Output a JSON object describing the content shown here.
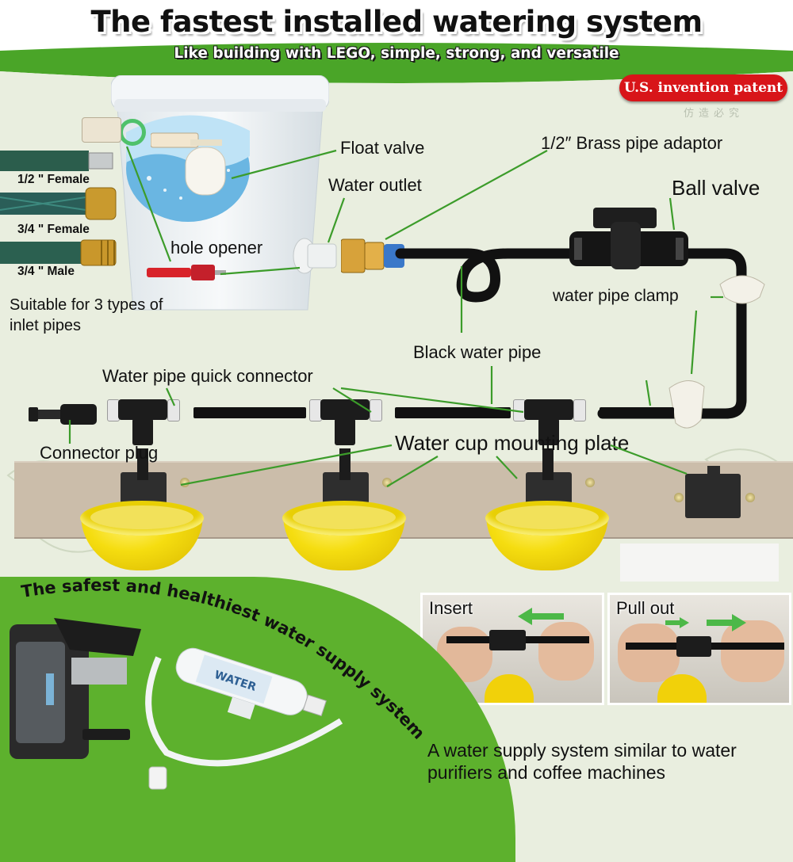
{
  "header": {
    "title": "The fastest installed watering system",
    "subtitle": "Like building with LEGO, simple, strong, and versatile",
    "patent_badge": "U.S. invention patent",
    "patent_small": "仿造必究"
  },
  "inlet": {
    "hose_labels": [
      "1/2 \" Female",
      "3/4 \" Female",
      "3/4 \" Male"
    ],
    "caption": "Suitable for 3 types of inlet pipes"
  },
  "parts": {
    "float_valve": "Float valve",
    "brass_adaptor": "1/2″ Brass pipe adaptor",
    "water_outlet": "Water outlet",
    "ball_valve": "Ball valve",
    "hole_opener": "hole opener",
    "pipe_clamp": "water pipe clamp",
    "black_pipe": "Black water pipe",
    "quick_connector": "Water pipe quick connector",
    "connector_plug": "Connector plug",
    "mounting_plate": "Water cup mounting plate"
  },
  "photos": {
    "insert": "Insert",
    "pull_out": "Pull out"
  },
  "bottom": {
    "curved_heading": "The safest and healthiest water supply system",
    "filter_label": "WATER",
    "description": "A water supply system similar to water purifiers and coffee machines"
  },
  "colors": {
    "accent_green": "#4aa528",
    "badge_red": "#d81519",
    "cup_yellow": "#f5dd10",
    "pipe_black": "#111111"
  }
}
